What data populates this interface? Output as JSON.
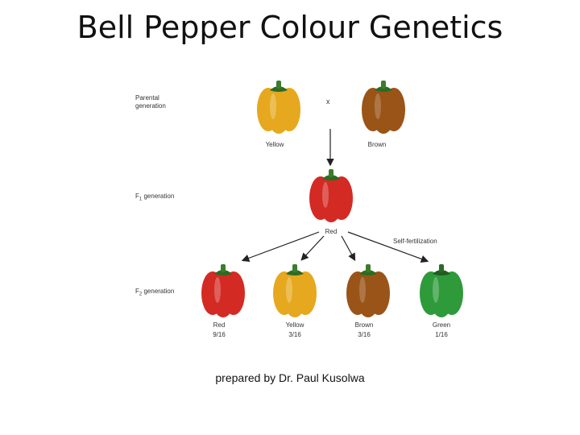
{
  "title": "Bell Pepper Colour Genetics",
  "labels": {
    "parental_generation": "Parental generation",
    "f1_generation": "generation",
    "f1_prefix": "F",
    "f1_sub": "1",
    "f2_generation": "generation",
    "f2_prefix": "F",
    "f2_sub": "2",
    "cross": "x",
    "self_fertilization": "Self-fertilization"
  },
  "parents": [
    {
      "color_name": "Yellow",
      "fill": "#e6a81e"
    },
    {
      "color_name": "Brown",
      "fill": "#9a5418"
    }
  ],
  "f1": {
    "color_name": "Red",
    "fill": "#d42a24"
  },
  "f2": [
    {
      "color_name": "Red",
      "ratio": "9/16",
      "fill": "#d42a24"
    },
    {
      "color_name": "Yellow",
      "ratio": "3/16",
      "fill": "#e6a81e"
    },
    {
      "color_name": "Brown",
      "ratio": "3/16",
      "fill": "#9a5418"
    },
    {
      "color_name": "Green",
      "ratio": "1/16",
      "fill": "#2e9a3a"
    }
  ],
  "credit": "prepared by Dr. Paul Kusolwa"
}
